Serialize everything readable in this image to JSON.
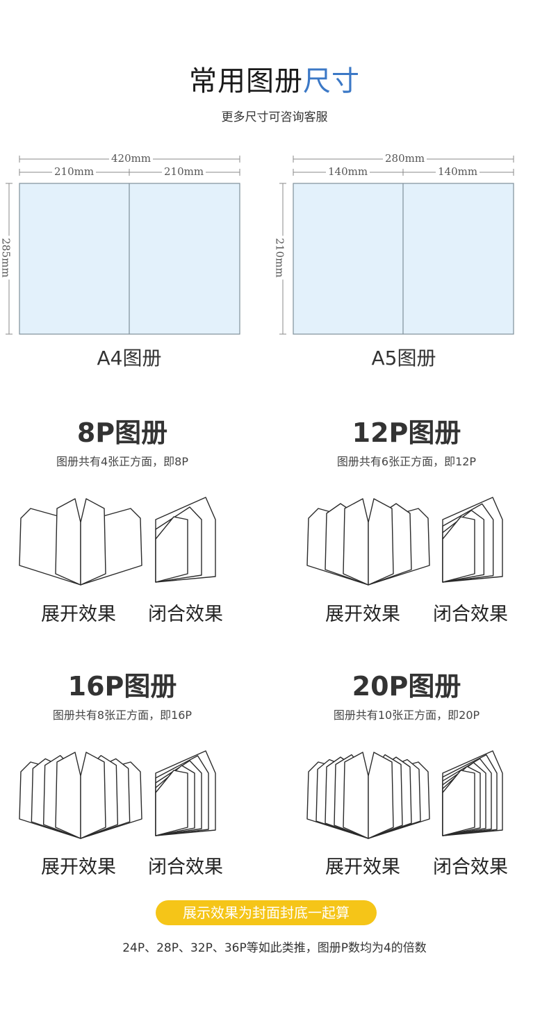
{
  "header": {
    "title_main": "常用图册",
    "title_accent": "尺寸",
    "subtitle": "更多尺寸可咨询客服"
  },
  "colors": {
    "accent": "#3b78c6",
    "panel": "#e3f1fb",
    "badge": "#f5c518"
  },
  "sizes": [
    {
      "name": "A4图册",
      "total_width": "420mm",
      "half_width_left": "210mm",
      "half_width_right": "210mm",
      "height": "285mm"
    },
    {
      "name": "A5图册",
      "total_width": "280mm",
      "half_width_left": "140mm",
      "half_width_right": "140mm",
      "height": "210mm"
    }
  ],
  "pages": [
    {
      "title": "8P图册",
      "desc": "图册共有4张正方面，即8P",
      "open_label": "展开效果",
      "closed_label": "闭合效果",
      "sheets": 4
    },
    {
      "title": "12P图册",
      "desc": "图册共有6张正方面，即12P",
      "open_label": "展开效果",
      "closed_label": "闭合效果",
      "sheets": 6
    },
    {
      "title": "16P图册",
      "desc": "图册共有8张正方面，即16P",
      "open_label": "展开效果",
      "closed_label": "闭合效果",
      "sheets": 8
    },
    {
      "title": "20P图册",
      "desc": "图册共有10张正方面，即20P",
      "open_label": "展开效果",
      "closed_label": "闭合效果",
      "sheets": 10
    }
  ],
  "note": {
    "badge": "展示效果为封面封底一起算",
    "footer": "24P、28P、32P、36P等如此类推，图册P数均为4的倍数"
  }
}
